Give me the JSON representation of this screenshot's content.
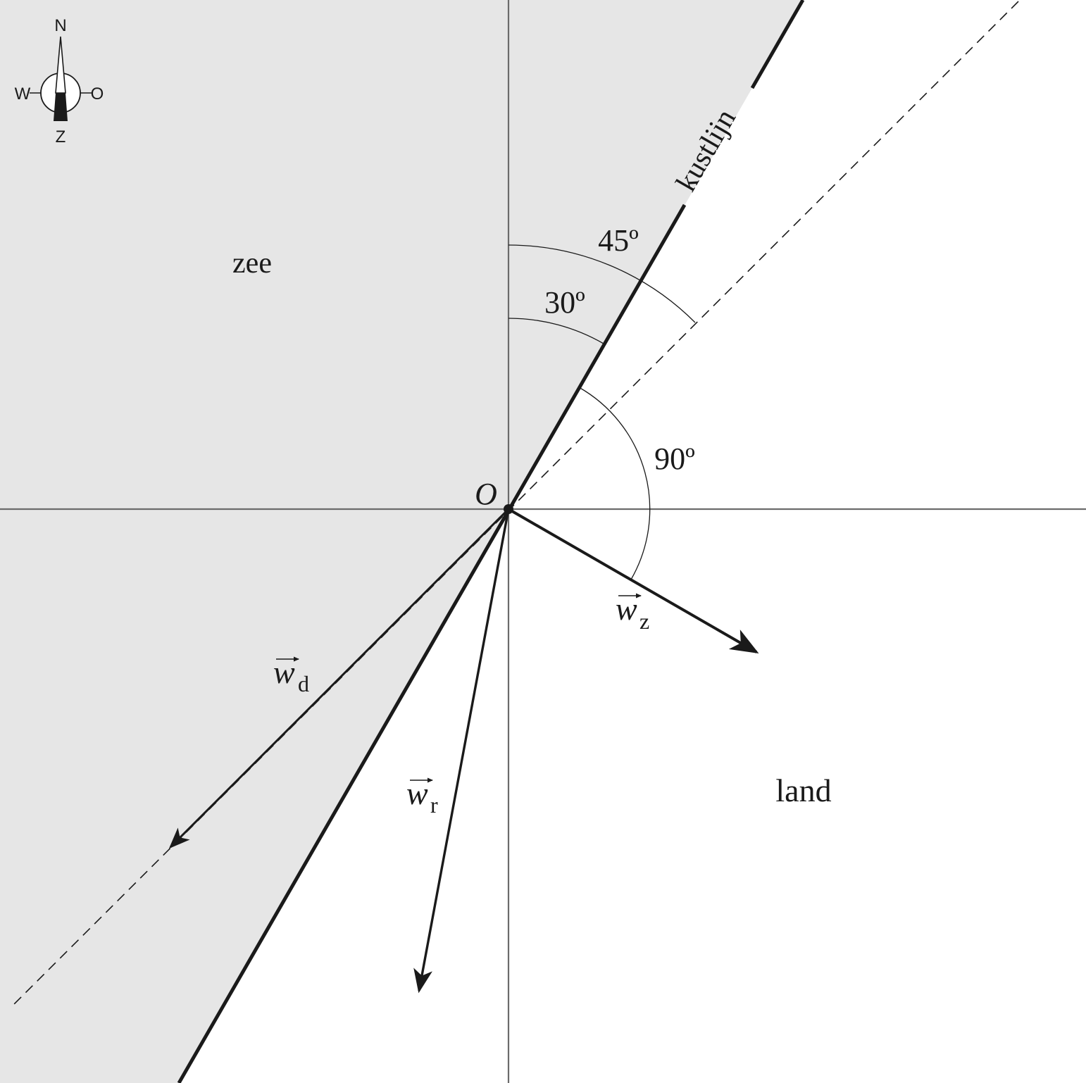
{
  "colors": {
    "sea_fill": "#e6e6e6",
    "axis": "#6b6b6b",
    "ink": "#1a1a1a"
  },
  "compass": {
    "north": "N",
    "south": "Z",
    "west": "W",
    "east": "O"
  },
  "regions": {
    "sea_label": "zee",
    "land_label": "land"
  },
  "coastline": {
    "label": "kustlijn"
  },
  "origin": {
    "label": "O"
  },
  "angles": {
    "angle_45": "45º",
    "angle_30": "30º",
    "angle_90": "90º"
  },
  "vectors": {
    "w_d": {
      "symbol": "w",
      "subscript": "d"
    },
    "w_r": {
      "symbol": "w",
      "subscript": "r"
    },
    "w_z": {
      "symbol": "w",
      "subscript": "z"
    }
  }
}
